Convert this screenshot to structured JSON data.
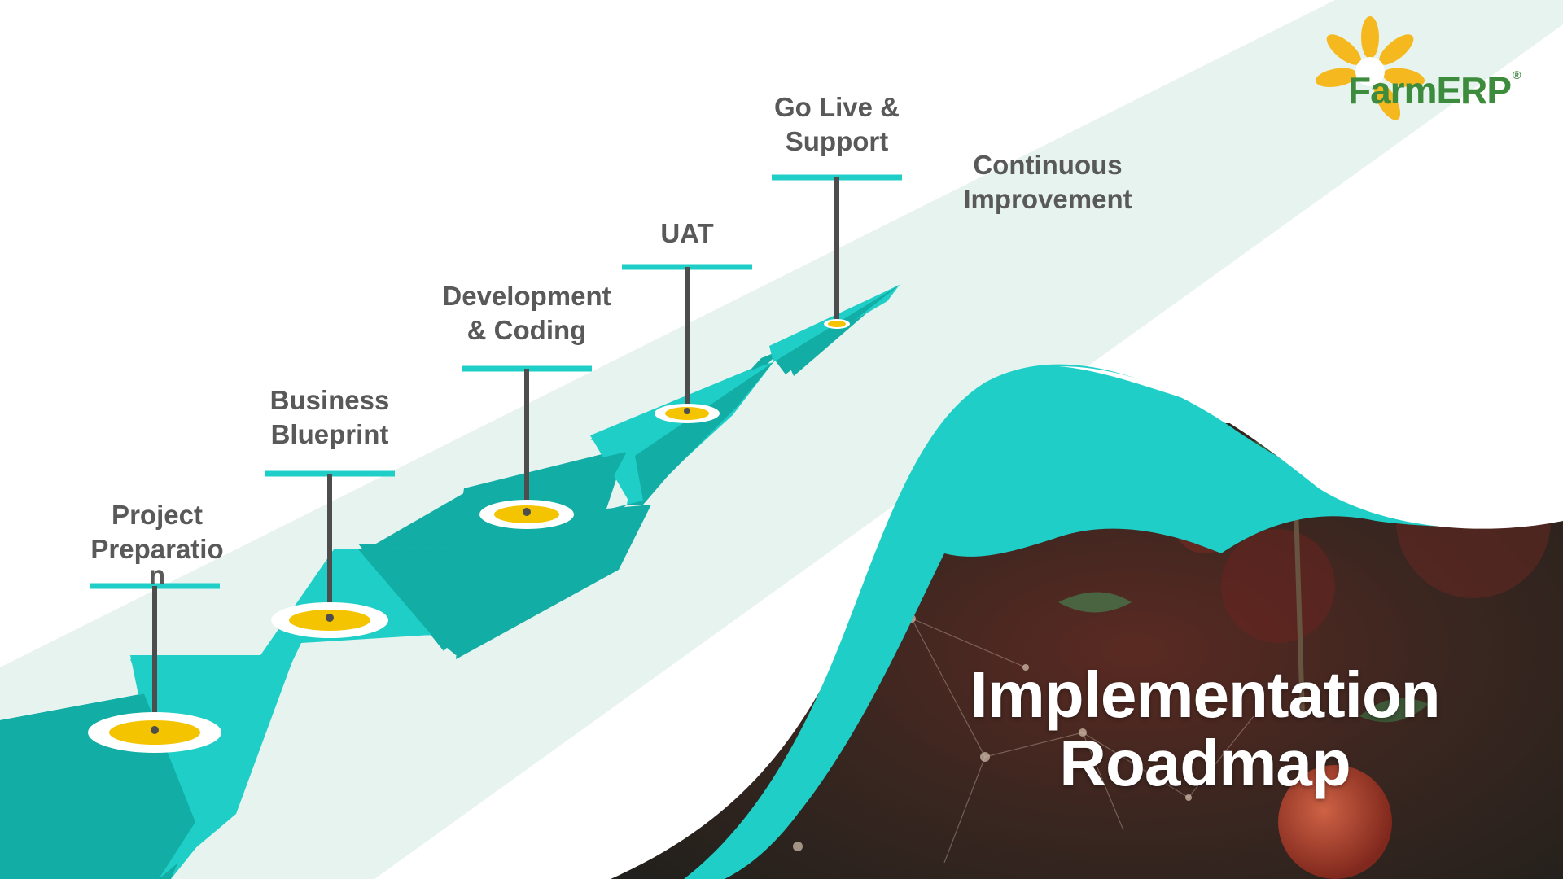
{
  "milestones": [
    {
      "label_lines": [
        "Project",
        "Preparatio",
        "n"
      ]
    },
    {
      "label_lines": [
        "Business",
        "Blueprint"
      ]
    },
    {
      "label_lines": [
        "Development",
        "& Coding"
      ]
    },
    {
      "label_lines": [
        "UAT"
      ]
    },
    {
      "label_lines": [
        "Go Live &",
        "Support"
      ]
    },
    {
      "label_lines": [
        "Continuous",
        "Improvement"
      ]
    }
  ],
  "title": {
    "line1": "Implementation",
    "line2": "Roadmap"
  },
  "logo": {
    "text": "FarmERP",
    "registered": "®"
  },
  "colors": {
    "teal": "#1fcfc7",
    "teal_dark": "#12ada5",
    "yellow": "#f5c400",
    "label": "#595959",
    "band": "#e6f3ee",
    "logo_green": "#3d8b3d",
    "logo_yellow": "#f5b81e"
  }
}
